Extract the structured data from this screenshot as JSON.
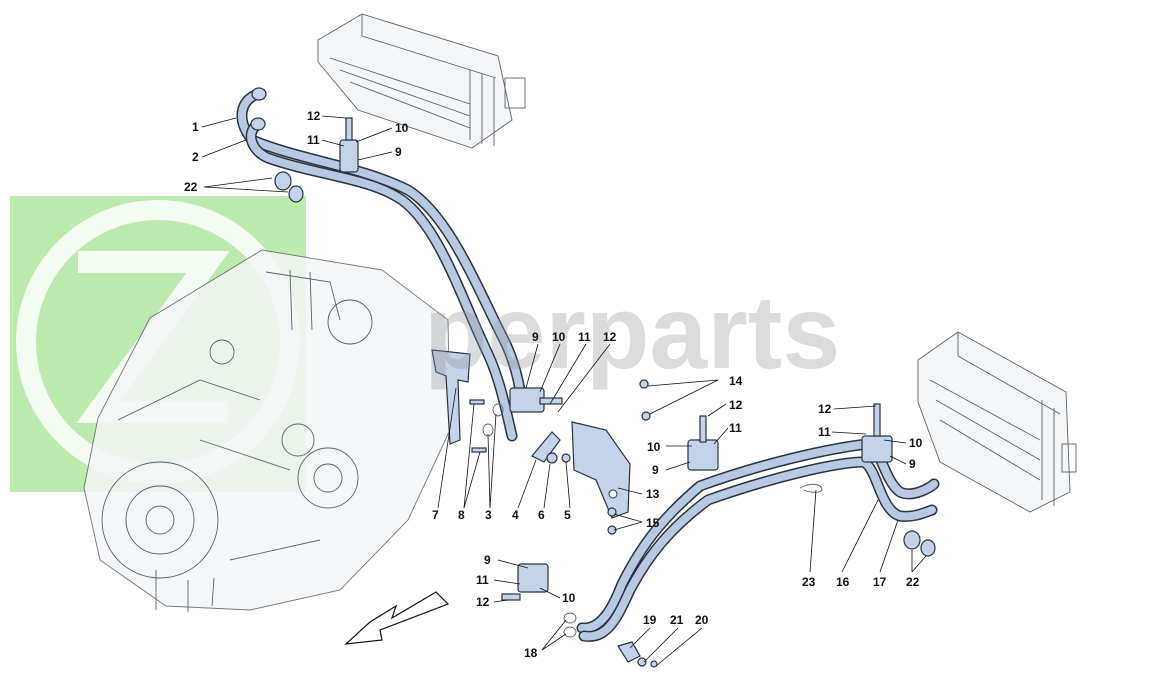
{
  "watermark": {
    "text": "perparts",
    "green": "#86d96a"
  },
  "colors": {
    "pipe_fill": "#b7c9e3",
    "part_fill": "#c3d3ea",
    "outline": "#2a3440"
  },
  "labels": {
    "l1": "1",
    "l2": "2",
    "l22a": "22",
    "l12a": "12",
    "l11a": "11",
    "l10a": "10",
    "l9a": "9",
    "l9b": "9",
    "l10b": "10",
    "l11b": "11",
    "l12b": "12",
    "l14": "14",
    "l12c": "12",
    "l11c": "11",
    "l10c": "10",
    "l9c": "9",
    "l12d": "12",
    "l11d": "11",
    "l10d": "10",
    "l9d": "9",
    "l7": "7",
    "l8": "8",
    "l3": "3",
    "l4": "4",
    "l6": "6",
    "l5": "5",
    "l13": "13",
    "l15": "15",
    "l9e": "9",
    "l11e": "11",
    "l10e": "10",
    "l12e": "12",
    "l18": "18",
    "l19": "19",
    "l21": "21",
    "l20": "20",
    "l23": "23",
    "l16": "16",
    "l17": "17",
    "l22b": "22"
  }
}
